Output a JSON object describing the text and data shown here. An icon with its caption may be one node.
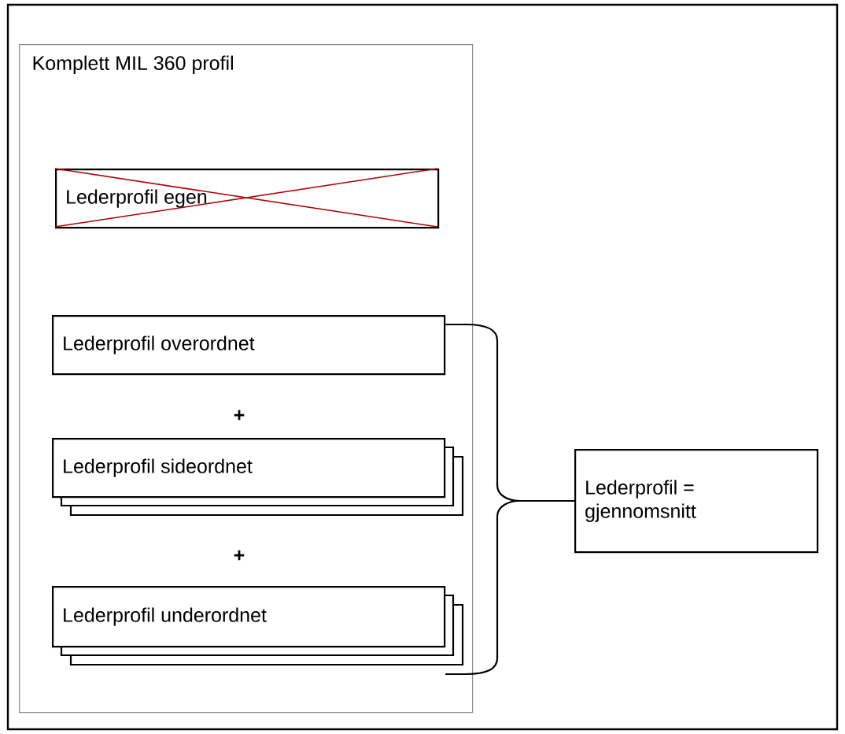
{
  "diagram": {
    "nodes": [
      {
        "text": [
          "Komplett MIL 360 profil"
        ]
      },
      {
        "text": [
          "Lederprofil egen"
        ],
        "in": 0
      },
      {
        "text": [
          "Lederprofil overordnet"
        ],
        "in": 0
      },
      {
        "text": [
          "Lederprofil sideordnet"
        ],
        "in": 0
      },
      {
        "text": [
          "Lederprofil underordnet"
        ],
        "in": 0
      },
      {
        "text": [
          "Lederprofil = gjennomsnitt"
        ]
      }
    ],
    "edges": [
      {
        "from": 2,
        "to": 5,
        "arrow": "none"
      },
      {
        "from": 4,
        "to": 5,
        "arrow": "none"
      }
    ],
    "labels": [
      "+",
      "+"
    ]
  }
}
